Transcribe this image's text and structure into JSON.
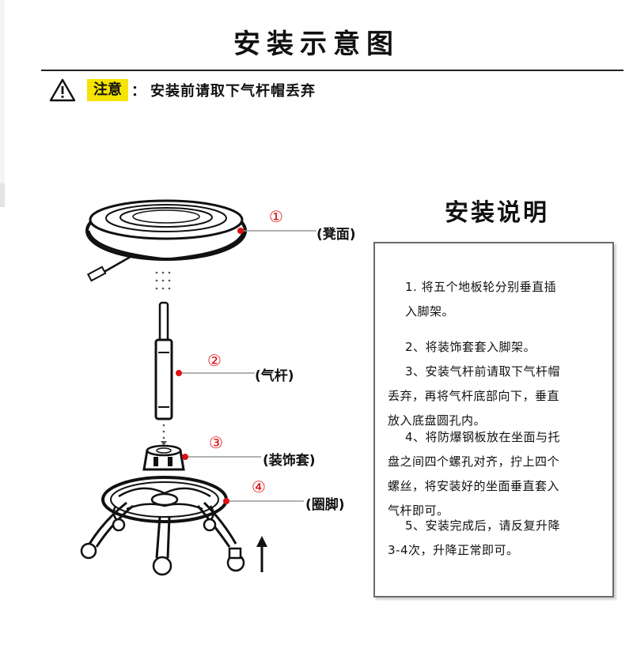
{
  "title": "安装示意图",
  "notice": {
    "icon": "warning-triangle-icon",
    "tag": "注意",
    "colon": "：",
    "text": "安装前请取下气杆帽丢弃",
    "tag_color": "#f6e400"
  },
  "parts": [
    {
      "number": "①",
      "label": "(凳面)"
    },
    {
      "number": "②",
      "label": "(气杆)"
    },
    {
      "number": "③",
      "label": "(装饰套)"
    },
    {
      "number": "④",
      "label": "(圈脚)"
    }
  ],
  "callout_color": "#dd1111",
  "instructions": {
    "title": "安装说明",
    "steps": [
      {
        "lines": [
          "1. 将五个地板轮分别垂直插",
          "入脚架。"
        ]
      },
      {
        "lines": [
          "2、将装饰套套入脚架。"
        ]
      },
      {
        "lines": [
          "3、安装气杆前请取下气杆帽",
          "丢弃，再将气杆底部向下，垂直",
          "放入底盘圆孔内。"
        ]
      },
      {
        "lines": [
          "4、将防爆钢板放在坐面与托",
          "盘之间四个螺孔对齐，拧上四个",
          "螺丝，将安装好的坐面垂直套入",
          "气杆即可。"
        ]
      },
      {
        "lines": [
          "5、安装完成后，请反复升降",
          "3-4次，升降正常即可。"
        ]
      }
    ]
  }
}
